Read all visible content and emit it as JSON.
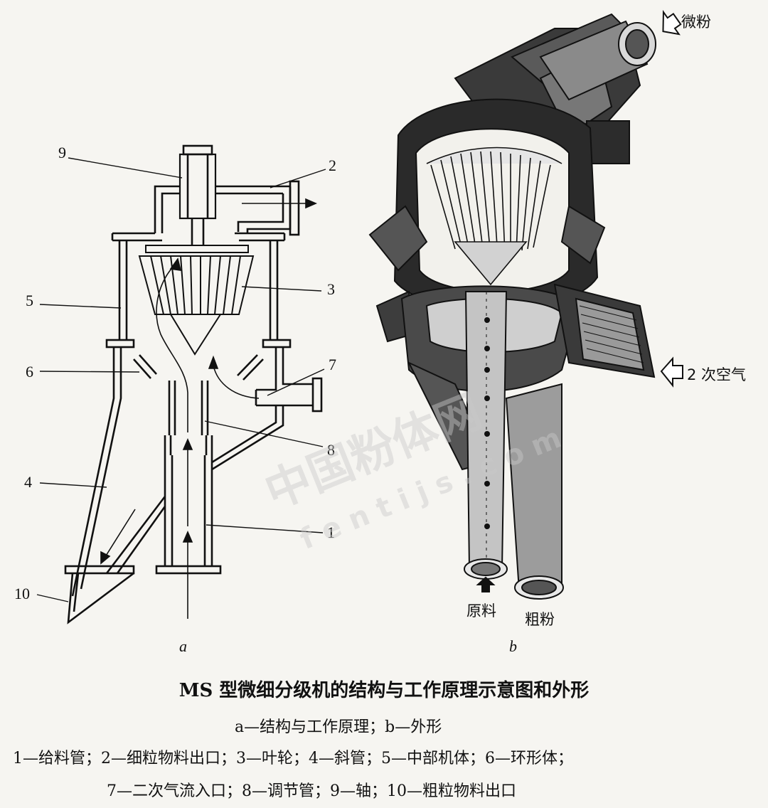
{
  "figure": {
    "title": "MS 型微细分级机的结构与工作原理示意图和外形",
    "subtitle": "a—结构与工作原理；b—外形",
    "legend_line1": "1—给料管；2—细粒物料出口；3—叶轮；4—斜管；5—中部机体；6—环形体；",
    "legend_line2": "7—二次气流入口；8—调节管；9—轴；10—粗粒物料出口"
  },
  "panel_a": {
    "label": "a",
    "callouts": {
      "c1": "1",
      "c2": "2",
      "c3": "3",
      "c4": "4",
      "c5": "5",
      "c6": "6",
      "c7": "7",
      "c8": "8",
      "c9": "9",
      "c10": "10"
    }
  },
  "panel_b": {
    "label": "b",
    "fine_powder": "微粉",
    "secondary_air": "2 次空气",
    "raw_material": "原料",
    "coarse_powder": "粗粉"
  },
  "watermark": {
    "line1": "中国粉体网",
    "line2": "fentijs.com"
  }
}
